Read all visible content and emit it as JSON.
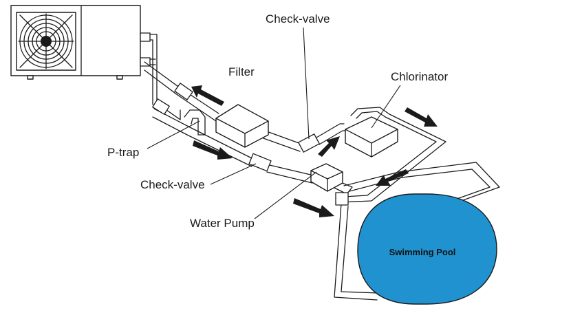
{
  "labels": {
    "check_valve_top": "Check-valve",
    "filter": "Filter",
    "chlorinator": "Chlorinator",
    "p_trap": "P-trap",
    "check_valve_bottom": "Check-valve",
    "water_pump": "Water Pump",
    "swimming_pool": "Swimming Pool"
  },
  "colors": {
    "pool_fill": "#1f92cf",
    "line": "#1a1a1a",
    "arrow": "#1a1a1a"
  },
  "icons": {
    "heat_pump": "fan-grille-icon",
    "flow_arrows": "arrow-icon"
  }
}
